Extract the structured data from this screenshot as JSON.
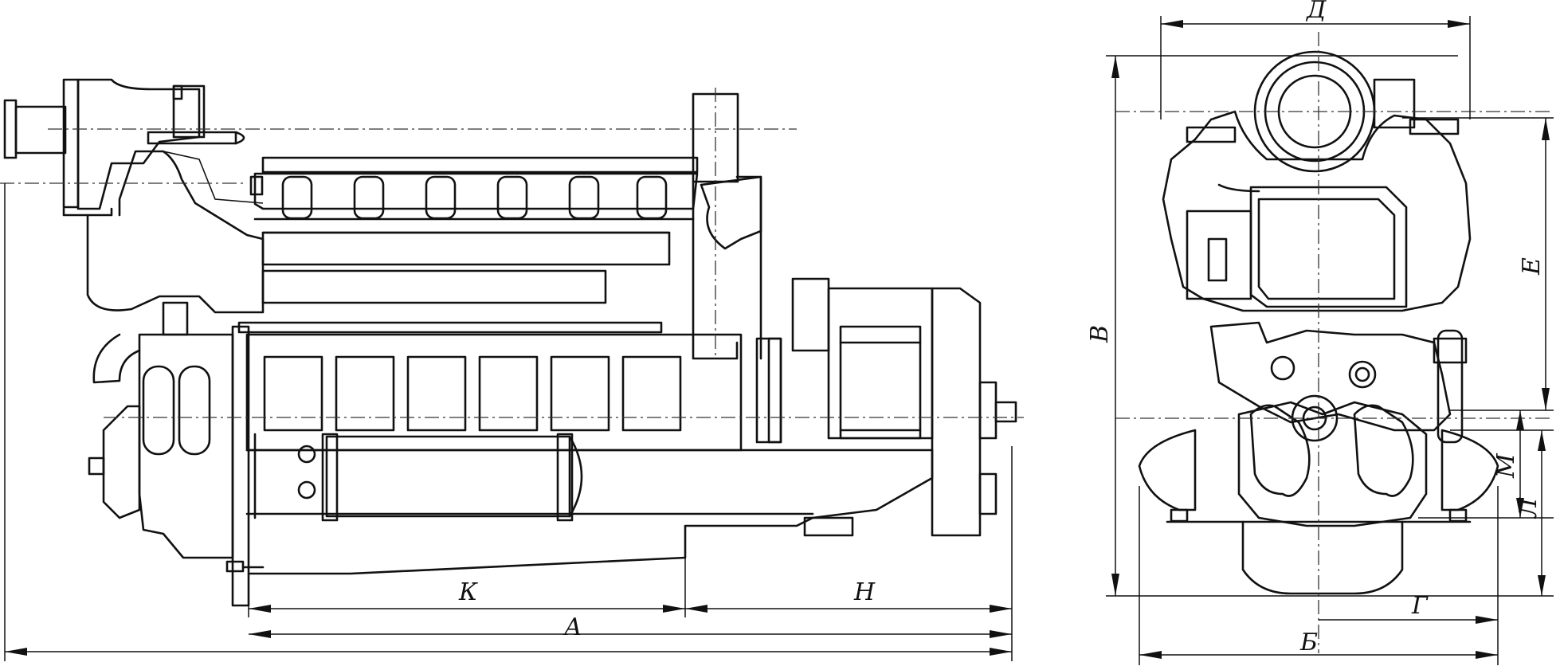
{
  "side_view": {
    "dimension_labels": {
      "a": "А",
      "k": "К",
      "n": "Н"
    }
  },
  "end_view": {
    "dimension_labels": {
      "b": "Б",
      "v": "В",
      "g": "Г",
      "d": "Д",
      "e": "Е",
      "l": "Л",
      "m": "М"
    }
  }
}
